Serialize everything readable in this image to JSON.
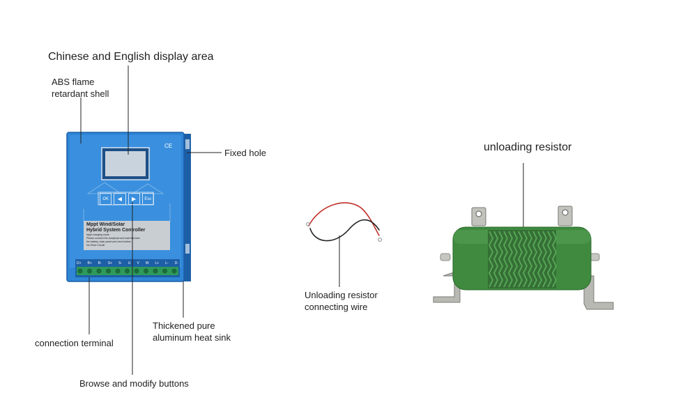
{
  "callouts": {
    "display_area": "Chinese and English display area",
    "shell": "ABS flame\nretardant shell",
    "fixed_hole": "Fixed hole",
    "heat_sink": "Thickened pure\naluminum heat sink",
    "terminal": "connection terminal",
    "buttons": "Browse and modify buttons",
    "wire": "Unloading resistor\nconnecting wire",
    "resistor": "unloading resistor"
  },
  "device": {
    "ce_mark": "CE",
    "label_title_1": "Mppt Wind/Solar",
    "label_title_2": "Hybrid System Controller",
    "label_lines": [
      "Mppt charging mode",
      "Please connect the dumpload and load first,then",
      "the battery, solar panel and wind turbine.",
      "No Short Circuit!"
    ],
    "buttons": [
      "OK",
      "◀",
      "▶",
      "Esc"
    ],
    "terminal_labels": [
      "D+",
      "B+",
      "B-",
      "S+",
      "S-",
      "U",
      "V",
      "W",
      "L+",
      "L-",
      "D-"
    ]
  },
  "colors": {
    "housing": "#2f86d6",
    "housing_dark": "#1d5fa6",
    "resistor": "#3f8a3f",
    "terminal": "#2e9a5a",
    "wire_red": "#c0302a",
    "wire_black": "#222222"
  }
}
